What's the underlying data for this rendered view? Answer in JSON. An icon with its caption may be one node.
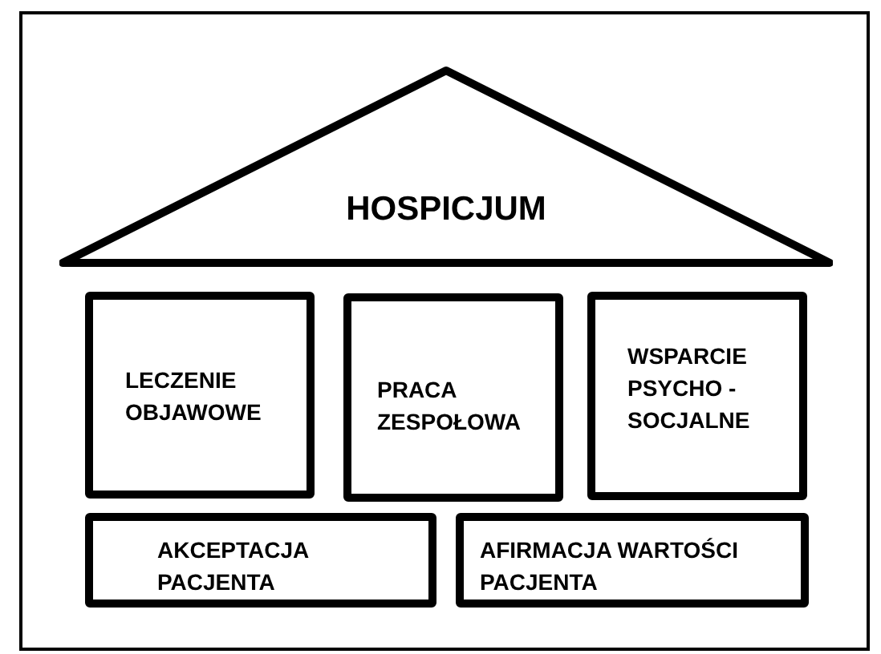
{
  "diagram": {
    "nodes": [
      {
        "text": [
          "HOSPICJUM"
        ]
      },
      {
        "text": [
          "LECZENIE OBJAWOWE"
        ]
      },
      {
        "text": [
          "PRACA ZESPOŁOWA"
        ]
      },
      {
        "text": [
          "WSPARCIE PSYCHO - SOCJALNE"
        ]
      },
      {
        "text": [
          "AKCEPTACJA PACJENTA"
        ]
      },
      {
        "text": [
          "AFIRMACJA WARTOŚCI PACJENTA"
        ]
      }
    ]
  }
}
